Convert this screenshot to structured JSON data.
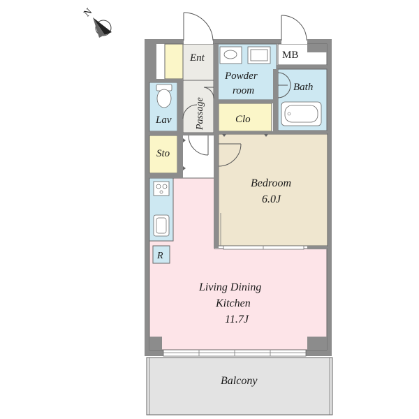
{
  "compass": {
    "label": "N"
  },
  "rooms": {
    "entrance": "Ent",
    "mb": "MB",
    "powder_room_line1": "Powder",
    "powder_room_line2": "room",
    "bath": "Bath",
    "lavatory": "Lav",
    "passage": "Passage",
    "closet": "Clo",
    "storage": "Sto",
    "bedroom": "Bedroom",
    "bedroom_size": "6.0J",
    "refrigerator": "R",
    "ldk_line1": "Living Dining",
    "ldk_line2": "Kitchen",
    "ldk_size": "11.7J",
    "balcony": "Balcony"
  },
  "colors": {
    "wet_area": "#cde8f2",
    "storage": "#fbf6c8",
    "entrance": "#ecebe6",
    "bedroom": "#efe6cf",
    "ldk": "#fde4e8",
    "balcony": "#e3e3e3",
    "wall": "#8c8c8c"
  }
}
